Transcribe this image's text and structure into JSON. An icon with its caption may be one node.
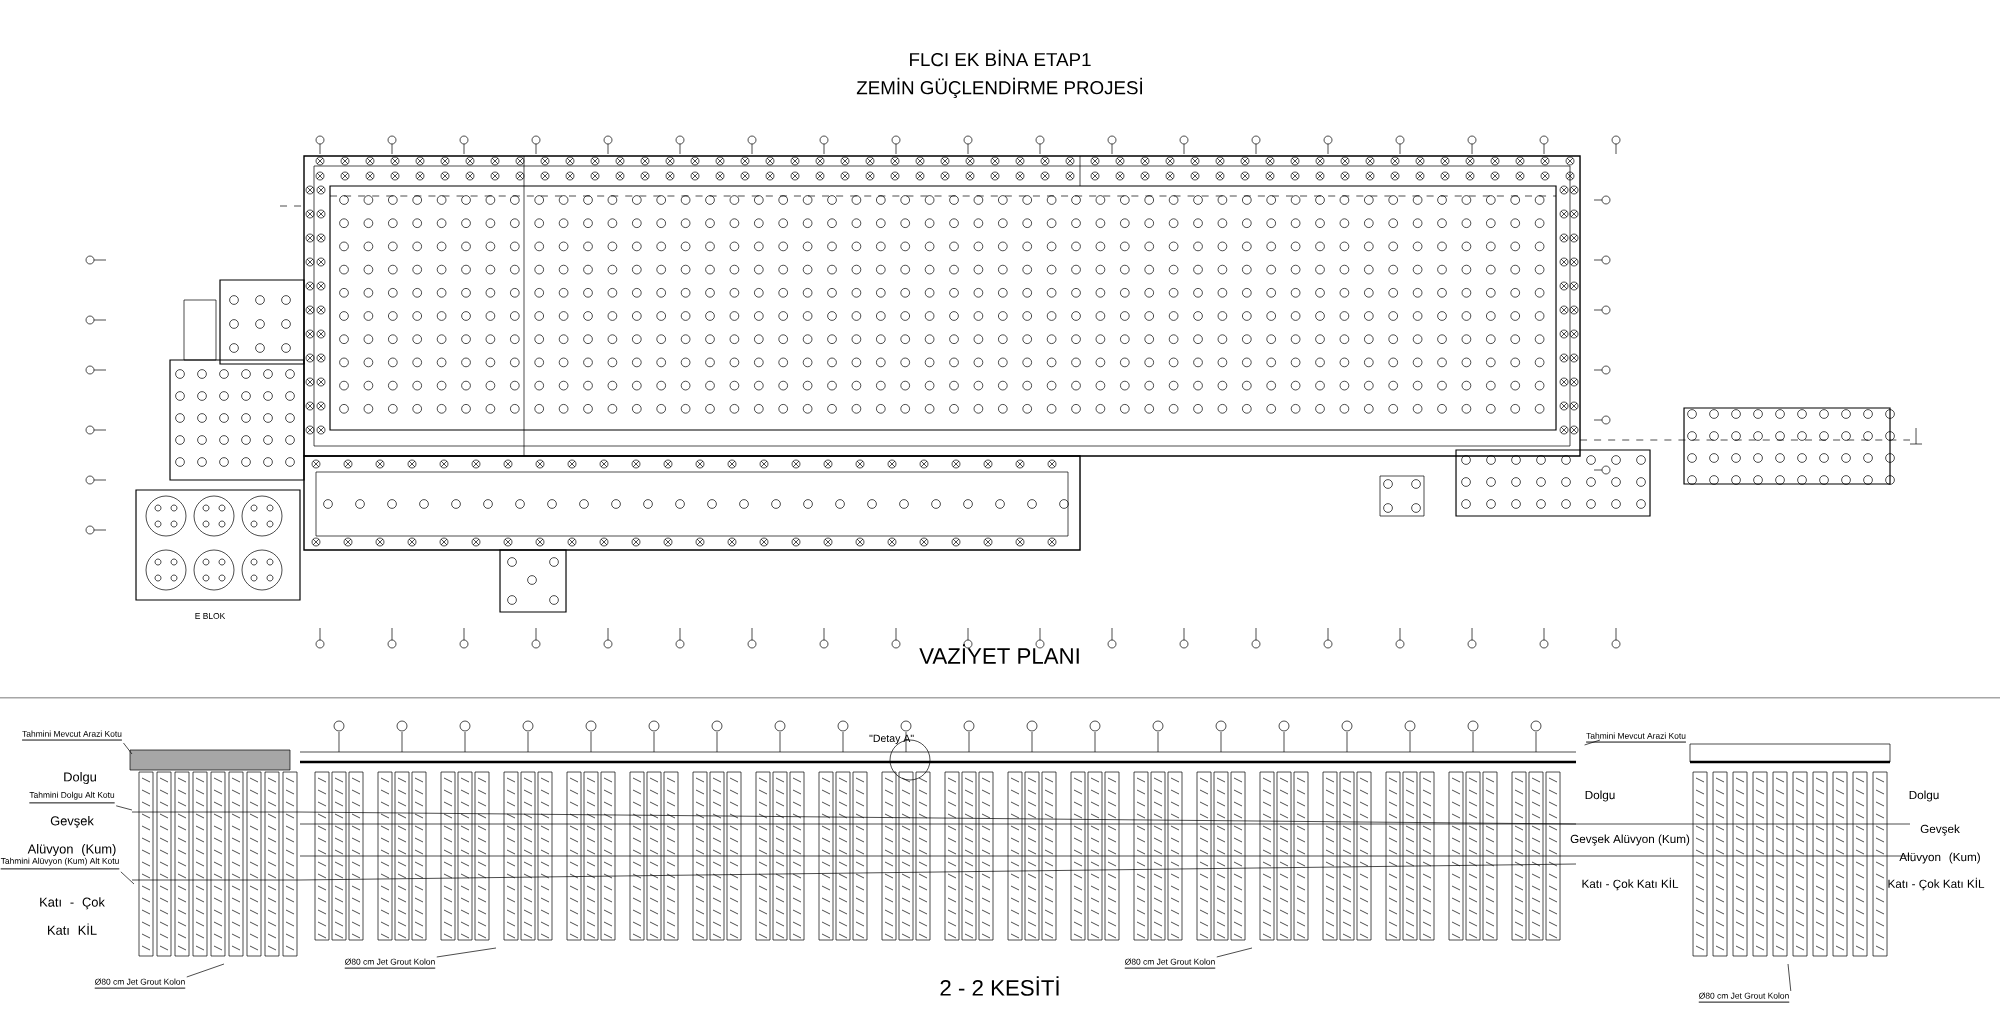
{
  "diagram": {
    "title": "FLCI EK BİNA ETAP1",
    "caption": "ZEMİN GÜÇLENDİRME PROJESİ",
    "nodes": [
      {
        "text": [
          "Ø80 cm Jet Grout Kolon"
        ]
      },
      {
        "text": [
          "Ø80 cm Jet Grout Kolon"
        ]
      },
      {
        "text": [
          "Ø80 cm Jet Grout Kolon"
        ]
      },
      {
        "text": [
          "Ø80 cm Jet Grout Kolon"
        ]
      },
      {
        "text": [
          "Tahmini Mevcut Arazi Kotu"
        ]
      },
      {
        "text": [
          "Tahmini Dolgu Alt Kotu"
        ]
      },
      {
        "text": [
          "Tahmini Alüvyon (Kum) Alt Kotu"
        ]
      },
      {
        "text": [
          "Tahmini Mevcut Arazi Kotu"
        ]
      },
      {
        "text": [],
        "shape": "circle",
        "beside": [
          "\"Detay A\""
        ]
      }
    ],
    "edges": [
      {
        "from": 0,
        "to": null,
        "arrow": "none"
      },
      {
        "from": 1,
        "to": null,
        "arrow": "none"
      },
      {
        "from": 2,
        "to": null,
        "arrow": "none"
      },
      {
        "from": 3,
        "to": null,
        "arrow": "none"
      },
      {
        "from": 4,
        "to": null,
        "arrow": "none"
      },
      {
        "from": 5,
        "to": null,
        "arrow": "none"
      },
      {
        "from": 6,
        "to": null,
        "arrow": "none"
      },
      {
        "from": 7,
        "to": null,
        "arrow": "none"
      }
    ],
    "labels": [
      "VAZİYET PLANI",
      "E BLOK",
      "2 - 2 KESİTİ",
      "Dolgu",
      "Gevşek Alüvyon (Kum)",
      "Katı - Çok Katı KİL",
      "Dolgu",
      "Gevşek Alüvyon (Kum)",
      "Katı - Çok Katı KİL",
      "Dolgu",
      "Gevşek Alüvyon (Kum)",
      "Katı - Çok Katı KİL"
    ]
  }
}
